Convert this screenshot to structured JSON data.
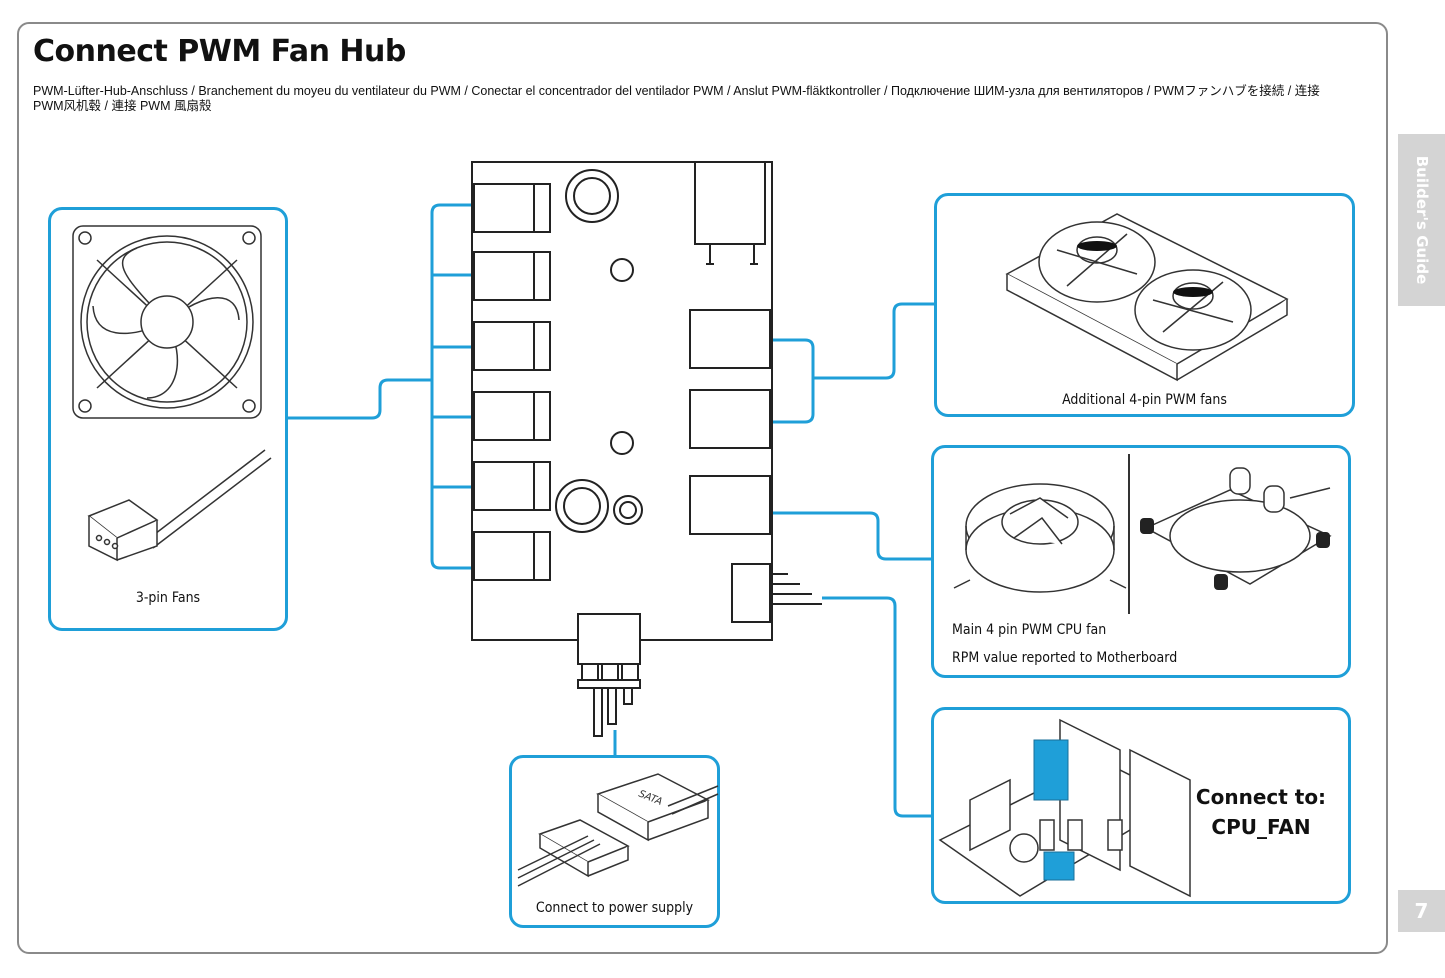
{
  "page": {
    "title": "Connect PWM Fan Hub",
    "subtitle": "PWM-Lüfter-Hub-Anschluss / Branchement du moyeu du ventilateur du PWM / Conectar el concentrador del ventilador PWM / Anslut PWM-fläktkontroller / Подключение ШИМ-узла для вентиляторов / PWMファンハブを接続 / 连接PWM风机毂 / 連接 PWM 風扇殼",
    "side_tab": "Builder's Guide",
    "page_number": "7"
  },
  "colors": {
    "accent": "#1f9fd8",
    "frame": "#8a8a8a",
    "tab": "#d4d4d4",
    "line_art": "#222222"
  },
  "labels": {
    "three_pin_fans": "3-pin Fans",
    "additional_fans": "Additional  4-pin PWM fans",
    "cpu_fan_line1": "Main 4 pin PWM CPU fan",
    "cpu_fan_line2": "RPM value reported to Motherboard",
    "power_supply": "Connect to power supply",
    "sata": "SATA",
    "connect_to_line1": "Connect to:",
    "connect_to_line2": "CPU_FAN"
  }
}
